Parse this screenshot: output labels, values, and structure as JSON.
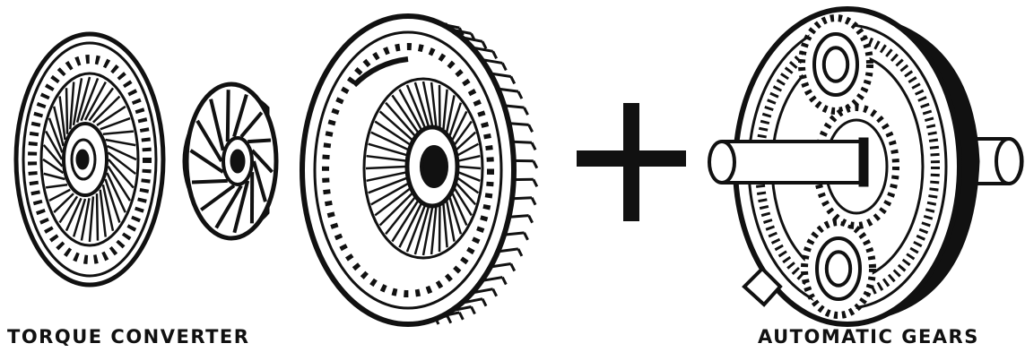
{
  "labels": {
    "left": "TORQUE CONVERTER",
    "right": "AUTOMATIC GEARS"
  },
  "parts": {
    "converter": [
      "turbine",
      "stator",
      "impeller"
    ],
    "operator": "plus",
    "gears": "planetary gear set with shafts"
  },
  "colors": {
    "ink": "#111111",
    "paper": "#ffffff"
  }
}
